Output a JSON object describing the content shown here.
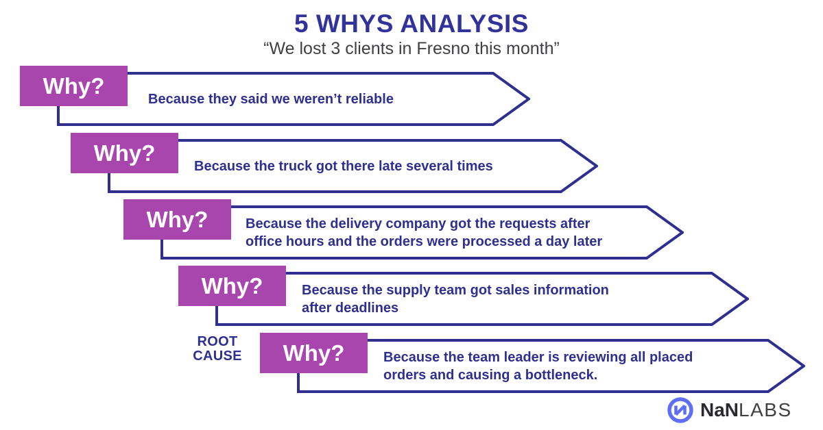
{
  "title": "5 WHYS ANALYSIS",
  "subtitle": "“We lost 3 clients in Fresno this month”",
  "root_cause_label": "ROOT\nCAUSE",
  "rows": [
    {
      "label": "Why?",
      "answer": "Because they said we weren’t reliable"
    },
    {
      "label": "Why?",
      "answer": "Because the truck got there late several times"
    },
    {
      "label": "Why?",
      "answer": "Because the delivery company got the requests after\noffice hours and the orders were processed a day later"
    },
    {
      "label": "Why?",
      "answer": "Because the supply team got sales information\nafter deadlines"
    },
    {
      "label": "Why?",
      "answer": "Because the team leader is reviewing all placed\norders and causing a bottleneck."
    }
  ],
  "logo": {
    "name_bold": "NaN",
    "name_light": "LABS",
    "icon": "nan-circle-n-icon"
  },
  "colors": {
    "navy": "#2F2F8F",
    "purple": "#A846AE",
    "title_indigo": "#32329B",
    "subtitle_gray": "#3F3F44",
    "logo_blue": "#5E6EF7"
  }
}
